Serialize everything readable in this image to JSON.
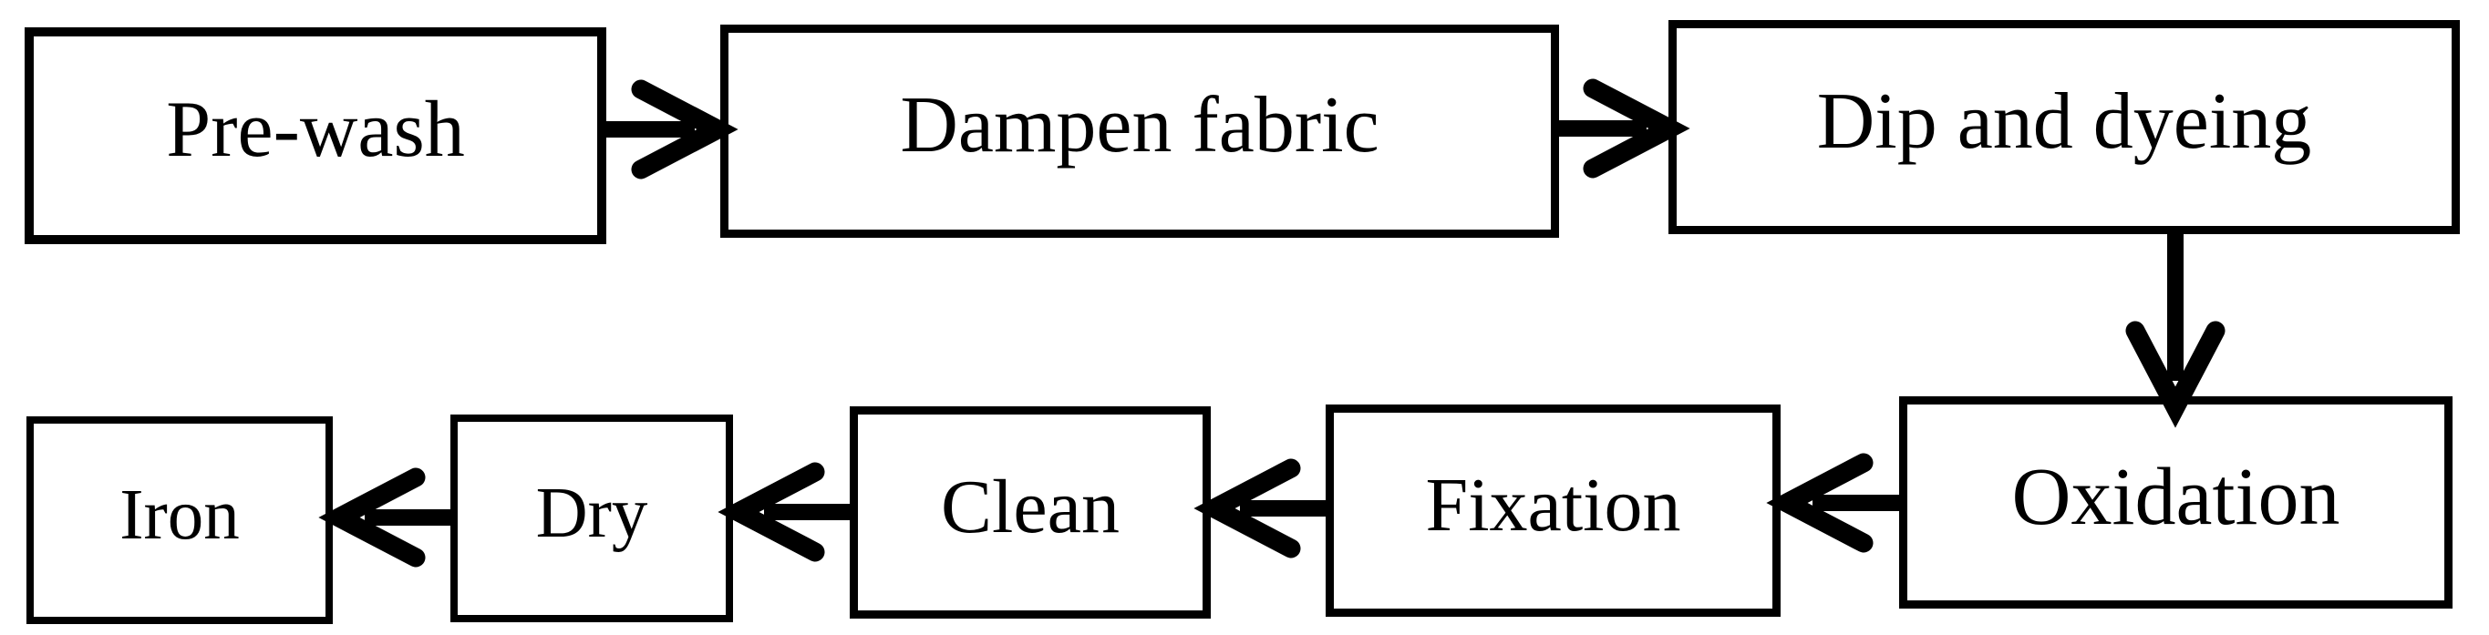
{
  "diagram": {
    "type": "flowchart",
    "background_color": "#ffffff",
    "node_fill_color": "#ffffff",
    "stroke_color": "#000000",
    "text_color": "#000000",
    "nodes": [
      {
        "id": "pre-wash",
        "label": "Pre-wash",
        "row": 1
      },
      {
        "id": "dampen-fabric",
        "label": "Dampen fabric",
        "row": 1
      },
      {
        "id": "dip-and-dyeing",
        "label": "Dip and dyeing",
        "row": 1
      },
      {
        "id": "oxidation",
        "label": "Oxidation",
        "row": 2
      },
      {
        "id": "fixation",
        "label": "Fixation",
        "row": 2
      },
      {
        "id": "clean",
        "label": "Clean",
        "row": 2
      },
      {
        "id": "dry",
        "label": "Dry",
        "row": 2
      },
      {
        "id": "iron",
        "label": "Iron",
        "row": 2
      }
    ],
    "edges": [
      {
        "from": "Pre-wash",
        "to": "Dampen fabric",
        "direction": "right"
      },
      {
        "from": "Dampen fabric",
        "to": "Dip and dyeing",
        "direction": "right"
      },
      {
        "from": "Dip and dyeing",
        "to": "Oxidation",
        "direction": "down"
      },
      {
        "from": "Oxidation",
        "to": "Fixation",
        "direction": "left"
      },
      {
        "from": "Fixation",
        "to": "Clean",
        "direction": "left"
      },
      {
        "from": "Clean",
        "to": "Dry",
        "direction": "left"
      },
      {
        "from": "Dry",
        "to": "Iron",
        "direction": "left"
      }
    ]
  }
}
